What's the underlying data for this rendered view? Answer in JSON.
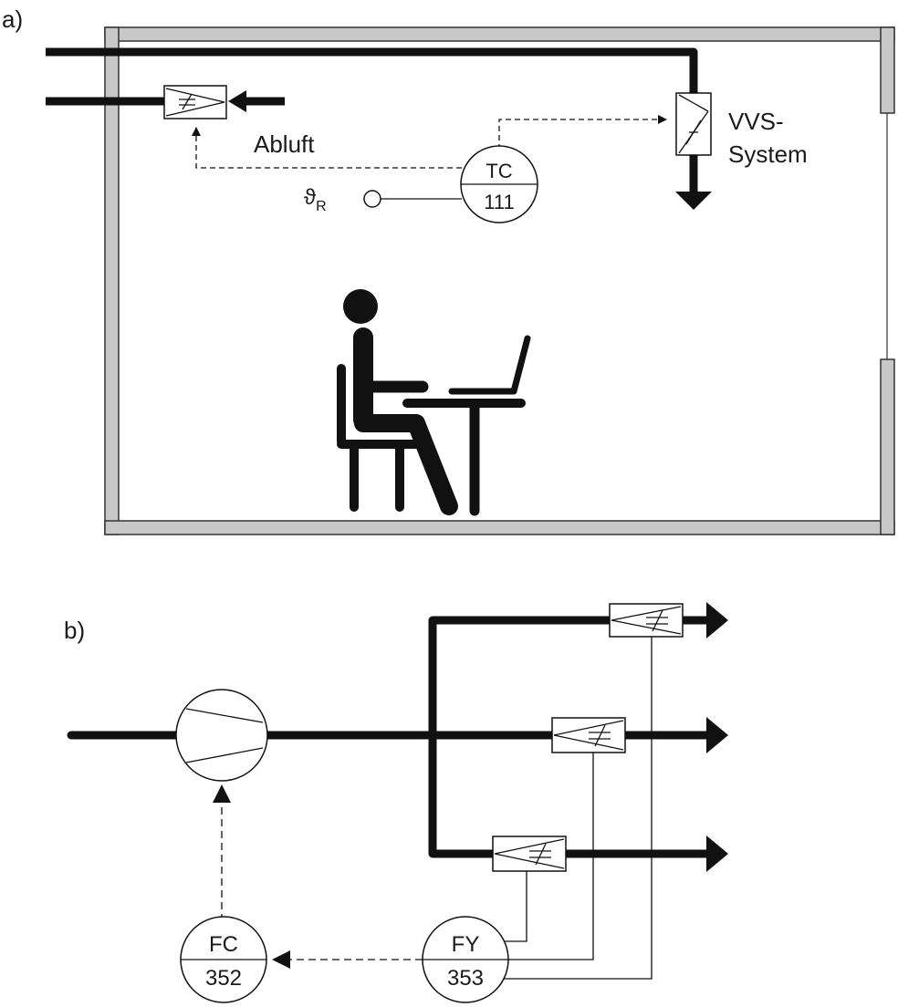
{
  "panel_a": {
    "label": "a)",
    "exhaust_label": "Abluft",
    "vav_label_line1": "VVS-",
    "vav_label_line2": "System",
    "sensor_symbol": "ϑ",
    "sensor_subscript": "R",
    "controller_tag": "TC",
    "controller_number": "111"
  },
  "panel_b": {
    "label": "b)",
    "fan_controller_tag": "FC",
    "fan_controller_number": "352",
    "optimizer_tag": "FY",
    "optimizer_number": "353"
  }
}
